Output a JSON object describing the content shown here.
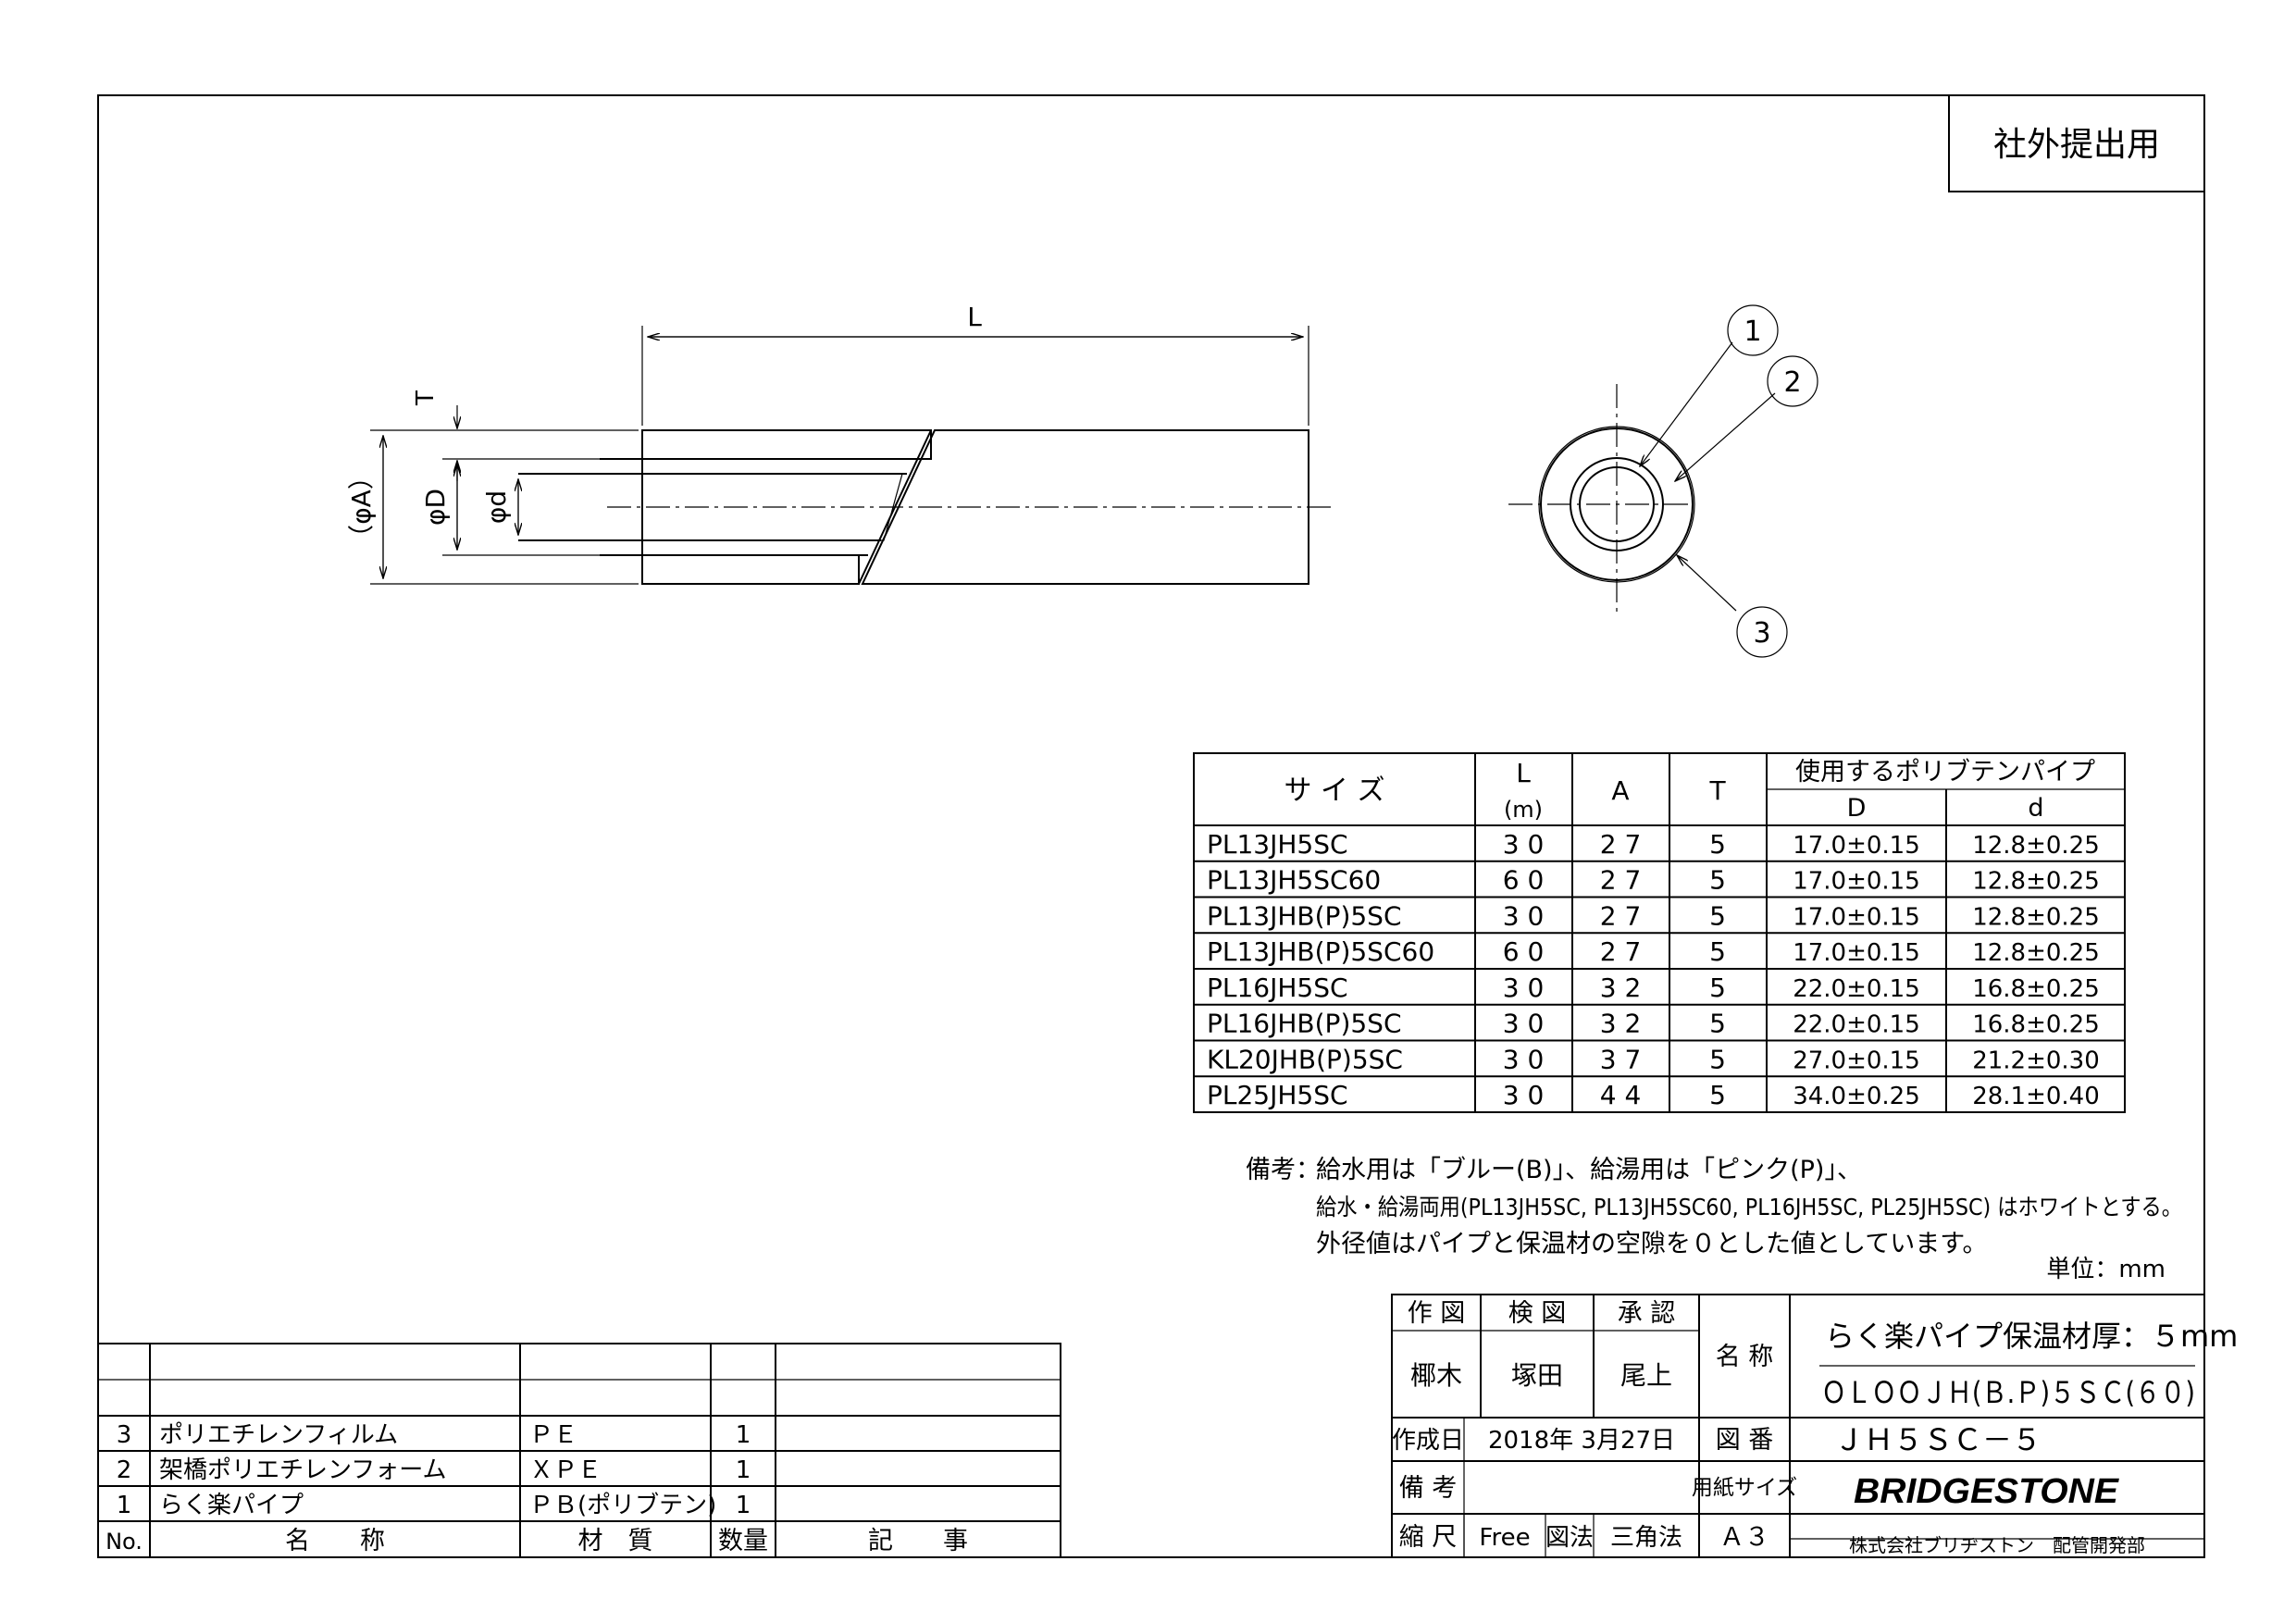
{
  "stamp": "社外提出用",
  "drawing": {
    "L": "L",
    "T": "T",
    "dimA": "（φA）",
    "dimD": "φD",
    "dimd": "φd",
    "balloons": [
      "1",
      "2",
      "3"
    ]
  },
  "spec_table": {
    "h_size": "サ イ ズ",
    "h_L": "L",
    "h_L_unit": "(m)",
    "h_A": "A",
    "h_T": "T",
    "h_pipe": "使用するポリブテンパイプ",
    "h_D": "D",
    "h_d": "d",
    "rows": [
      {
        "size": "PL13JH5SC",
        "L": "3 0",
        "A": "2 7",
        "T": "5",
        "D": "17.0±0.15",
        "d": "12.8±0.25"
      },
      {
        "size": "PL13JH5SC60",
        "L": "6 0",
        "A": "2 7",
        "T": "5",
        "D": "17.0±0.15",
        "d": "12.8±0.25"
      },
      {
        "size": "PL13JHB(P)5SC",
        "L": "3 0",
        "A": "2 7",
        "T": "5",
        "D": "17.0±0.15",
        "d": "12.8±0.25"
      },
      {
        "size": "PL13JHB(P)5SC60",
        "L": "6 0",
        "A": "2 7",
        "T": "5",
        "D": "17.0±0.15",
        "d": "12.8±0.25"
      },
      {
        "size": "PL16JH5SC",
        "L": "3 0",
        "A": "3 2",
        "T": "5",
        "D": "22.0±0.15",
        "d": "16.8±0.25"
      },
      {
        "size": "PL16JHB(P)5SC",
        "L": "3 0",
        "A": "3 2",
        "T": "5",
        "D": "22.0±0.15",
        "d": "16.8±0.25"
      },
      {
        "size": "KL20JHB(P)5SC",
        "L": "3 0",
        "A": "3 7",
        "T": "5",
        "D": "27.0±0.15",
        "d": "21.2±0.30"
      },
      {
        "size": "PL25JH5SC",
        "L": "3 0",
        "A": "4 4",
        "T": "5",
        "D": "34.0±0.25",
        "d": "28.1±0.40"
      }
    ]
  },
  "notes": {
    "label": "備考：",
    "line1": "給水用は「ブルー(B)」、給湯用は「ピンク(P)」、",
    "line2": "給水・給湯両用(PL13JH5SC, PL13JH5SC60, PL16JH5SC, PL25JH5SC) はホワイトとする。",
    "line3": "外径値はパイプと保温材の空隙を０とした値としています。",
    "unit": "単位：mm"
  },
  "parts": {
    "headers": {
      "no": "No.",
      "name": "名　　称",
      "material": "材　質",
      "qty": "数量",
      "remarks": "記　　事"
    },
    "rows": [
      {
        "no": "3",
        "name": "ポリエチレンフィルム",
        "material": "ＰＥ",
        "qty": "1",
        "remarks": ""
      },
      {
        "no": "2",
        "name": "架橋ポリエチレンフォーム",
        "material": "ＸＰＥ",
        "qty": "1",
        "remarks": ""
      },
      {
        "no": "1",
        "name": "らく楽パイプ",
        "material": "ＰＢ(ポリブテン)",
        "qty": "1",
        "remarks": ""
      }
    ]
  },
  "title_block": {
    "drawn_label": "作 図",
    "checked_label": "検 図",
    "approved_label": "承 認",
    "drawn_by": "椰木",
    "checked_by": "塚田",
    "approved_by": "尾上",
    "name_label": "名 称",
    "title1": "らく楽パイプ保温材厚：５mm",
    "title2": "ＯＬＯＯＪＨ(Ｂ.Ｐ)５ＳＣ(６０)",
    "date_label": "作成日",
    "date": "2018年 3月27日",
    "number_label": "図 番",
    "number": "ＪＨ５ＳＣ－５",
    "remarks_label": "備 考",
    "paper_label": "用紙サイズ",
    "scale_label": "縮 尺",
    "scale": "Free",
    "projection_label": "図法",
    "projection": "三角法",
    "paper": "Ａ３",
    "logo": "BRIDGESTONE",
    "company": "株式会社ブリヂストン　配管開発部"
  }
}
